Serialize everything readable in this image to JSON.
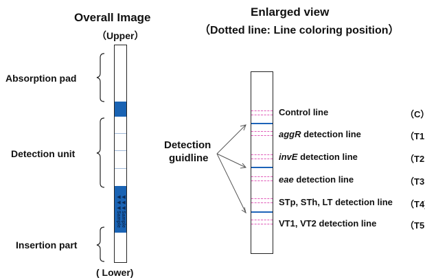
{
  "overall": {
    "title": "Overall Image",
    "upper": "（Upper）",
    "lower": "( Lower)",
    "parts": {
      "absorption": "Absorption pad",
      "detection": "Detection unit",
      "insertion": "Insertion part"
    },
    "sample_lines": [
      "◀◀◀Sample",
      "◀◀◀Sample"
    ]
  },
  "enlarged": {
    "title": "Enlarged view",
    "subtitle": "（Dotted line: Line coloring position）",
    "guide_label_1": "Detection",
    "guide_label_2": "guidline",
    "lines": [
      {
        "italic": "",
        "text": "Control line",
        "code": "（C）"
      },
      {
        "italic": "aggR",
        "text": " detection line",
        "code": "（T1"
      },
      {
        "italic": "invE",
        "text": "  detection line",
        "code": "（T2"
      },
      {
        "italic": "eae",
        "text": "  detection line",
        "code": "（T3"
      },
      {
        "italic": "",
        "text": "STp, STh, LT detection line",
        "code": "（T4)"
      },
      {
        "italic": "",
        "text": "VT1, VT2 detection line",
        "code": "（T5"
      }
    ]
  },
  "colors": {
    "strip_blue": "#1a63b3",
    "dotted_line": "#e05ab8",
    "guide_line": "#1c63b8"
  }
}
